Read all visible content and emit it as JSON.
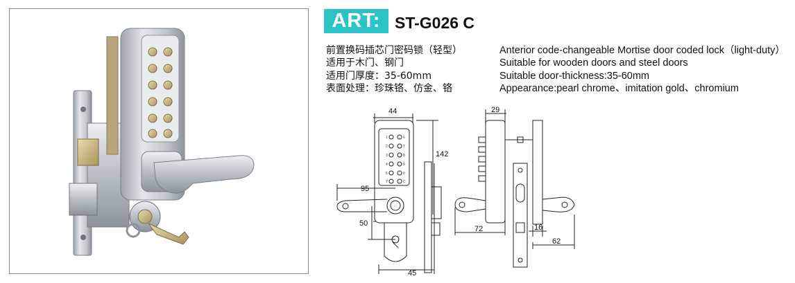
{
  "product": {
    "art_label": "ART:",
    "model": "ST-G026 C"
  },
  "specs_cn": [
    "前置换码插芯门密码锁（轻型）",
    "适用于木门、钢门",
    "适用门厚度：35-60mm",
    "表面处理：珍珠铬、仿金、铬"
  ],
  "specs_en": [
    "Anterior code-changeable Mortise door coded lock（light-duty）",
    "Suitable for wooden doors and steel doors",
    "Suitable door-thickness:35-60mm",
    "Appearance:pearl chrome、imitation gold、chromium"
  ],
  "dimensions": {
    "front_width": "44",
    "front_height": "142",
    "handle_length": "95",
    "cylinder_offset": "50",
    "backset": "45",
    "side_depth_top": "29",
    "side_handle": "72",
    "door_gap": "16",
    "rear_handle": "62"
  },
  "keypad_keys": [
    "1",
    "2",
    "3",
    "4",
    "5",
    "Y",
    "6",
    "7",
    "8",
    "9",
    "0",
    "C"
  ],
  "colors": {
    "badge": "#2bc3c8",
    "metal": "#c9cdd2",
    "brass": "#c8b27a"
  }
}
